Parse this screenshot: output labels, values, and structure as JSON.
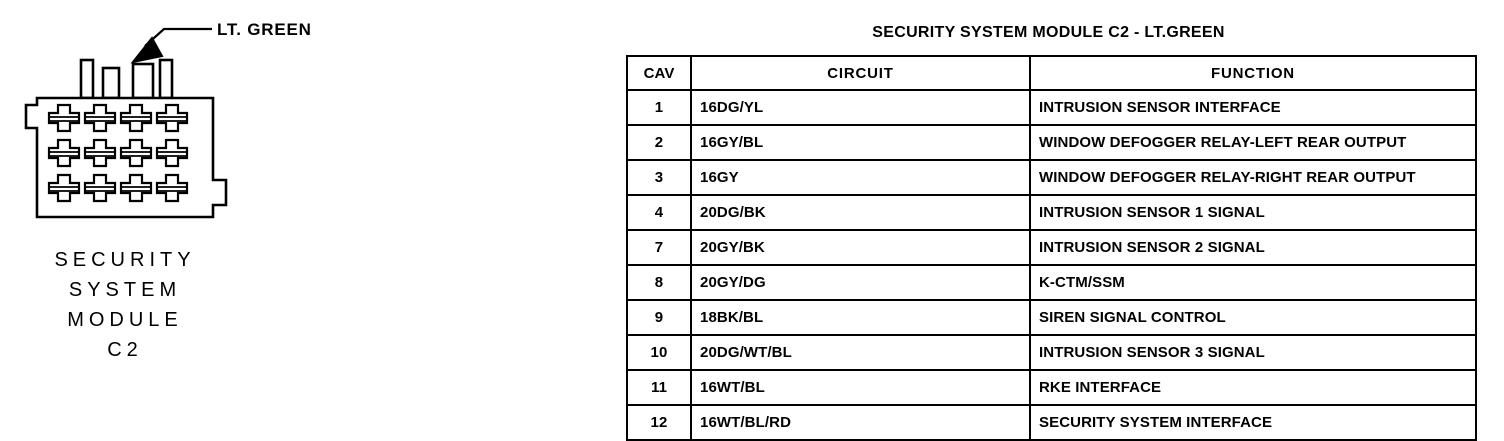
{
  "connector": {
    "callout_label": "LT. GREEN",
    "name_lines": [
      "SECURITY",
      "SYSTEM",
      "MODULE",
      "C2"
    ],
    "cavity_count": 12,
    "rows": 3,
    "columns": 4,
    "line_color": "#000000",
    "fill_color": "#ffffff"
  },
  "table": {
    "title": "SECURITY SYSTEM MODULE C2 - LT.GREEN",
    "headers": {
      "cav": "CAV",
      "circuit": "CIRCUIT",
      "function": "FUNCTION"
    },
    "rows": [
      {
        "cav": "1",
        "circuit": "16DG/YL",
        "function": "INTRUSION SENSOR INTERFACE"
      },
      {
        "cav": "2",
        "circuit": "16GY/BL",
        "function": "WINDOW DEFOGGER RELAY-LEFT REAR OUTPUT"
      },
      {
        "cav": "3",
        "circuit": "16GY",
        "function": "WINDOW DEFOGGER RELAY-RIGHT REAR OUTPUT"
      },
      {
        "cav": "4",
        "circuit": "20DG/BK",
        "function": "INTRUSION SENSOR 1 SIGNAL"
      },
      {
        "cav": "7",
        "circuit": "20GY/BK",
        "function": "INTRUSION SENSOR 2 SIGNAL"
      },
      {
        "cav": "8",
        "circuit": "20GY/DG",
        "function": "K-CTM/SSM"
      },
      {
        "cav": "9",
        "circuit": "18BK/BL",
        "function": "SIREN SIGNAL CONTROL"
      },
      {
        "cav": "10",
        "circuit": "20DG/WT/BL",
        "function": "INTRUSION SENSOR 3 SIGNAL"
      },
      {
        "cav": "11",
        "circuit": "16WT/BL",
        "function": "RKE INTERFACE"
      },
      {
        "cav": "12",
        "circuit": "16WT/BL/RD",
        "function": "SECURITY SYSTEM INTERFACE"
      }
    ]
  }
}
